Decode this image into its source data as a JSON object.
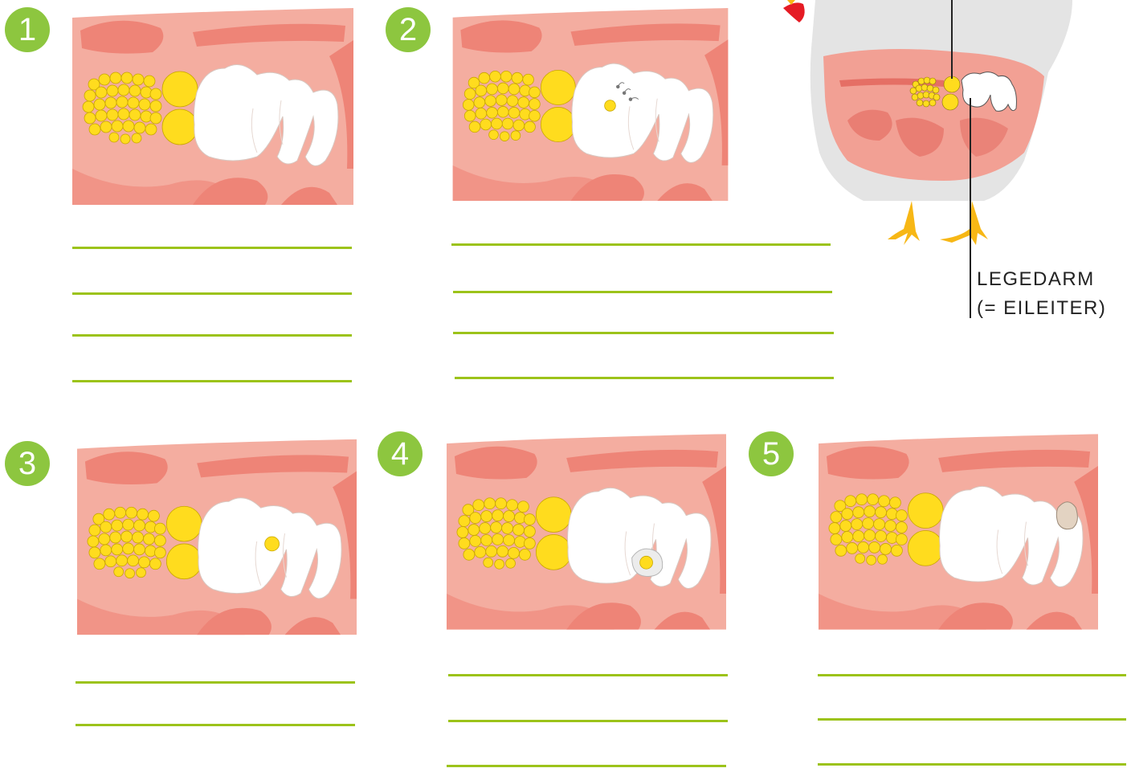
{
  "steps": [
    {
      "number": "1"
    },
    {
      "number": "2"
    },
    {
      "number": "3"
    },
    {
      "number": "4"
    },
    {
      "number": "5"
    }
  ],
  "hen_label": {
    "line1": "LEGEDARM",
    "line2": "(= EILEITER)"
  },
  "colors": {
    "badge": "#8dc63f",
    "answer_line": "#9cc31a",
    "tissue_light": "#f4ada0",
    "tissue_dark": "#ee8477",
    "yolk": "#ffdc1e",
    "oviduct": "#ffffff",
    "shell": "#e3d3c2"
  }
}
